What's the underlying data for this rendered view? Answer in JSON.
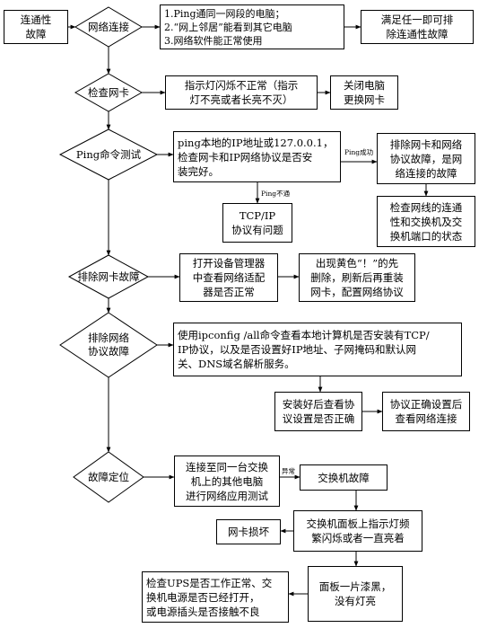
{
  "nodes": {
    "start": "连通性\n故障",
    "d1": "网络连接",
    "b1": "1.Ping通同一网段的电脑；\n2.“网上邻居”能看到其它电脑\n3.网络软件能正常使用",
    "r1": "满足任一即可排\n除连通性故障",
    "d2": "检查网卡",
    "b2": "指示灯闪烁不正常（指示\n灯不亮或者长亮不灭）",
    "r2": "关闭电脑\n更换网卡",
    "d3": "Ping命令测试",
    "b3": "ping本地的IP地址或127.0.0.1，\n检查网卡和IP网络协议是否安\n装完好。",
    "r3": "排除网卡和网络\n协议故障，是网\n络连接的故障",
    "r3b": "检查网线的连通\n性和交换机及交\n换机端口的状态",
    "b3b": "TCP/IP\n协议有问题",
    "d4": "排除网卡故障",
    "b4": "打开设备管理器\n中查看网络适配\n器是否正常",
    "r4": "出现黄色“！”的先\n删除，刷新后再重装\n网卡，配置网络协议",
    "d5": "排除网络\n协议故障",
    "b5": "使用ipconfig /all命令查看本地计算机是否安装有TCP/\nIP协议，以及是否设置好IP地址、子网掩码和默认网\n关、DNS域名解析服务。",
    "b5b": "安装好后查看协\n议设置是否正确",
    "r5": "协议正确设置后\n查看网络连接",
    "d6": "故障定位",
    "b6": "连接至同一台交换\n机上的其他电脑\n进行网络应用测试",
    "r6": "交换机故障",
    "b7": "交换机面板上指示灯频\n繁闪烁或者一直亮着",
    "r7": "网卡损坏",
    "b8": "面板一片漆黑，\n没有灯亮",
    "b9": "检查UPS是否工作正常、交\n换机电源是否已经打开，\n或电源插头是否接触不良"
  },
  "edge_labels": {
    "ping_ok": "Ping成功",
    "ping_fail": "Ping不通",
    "abnormal": "异常"
  }
}
